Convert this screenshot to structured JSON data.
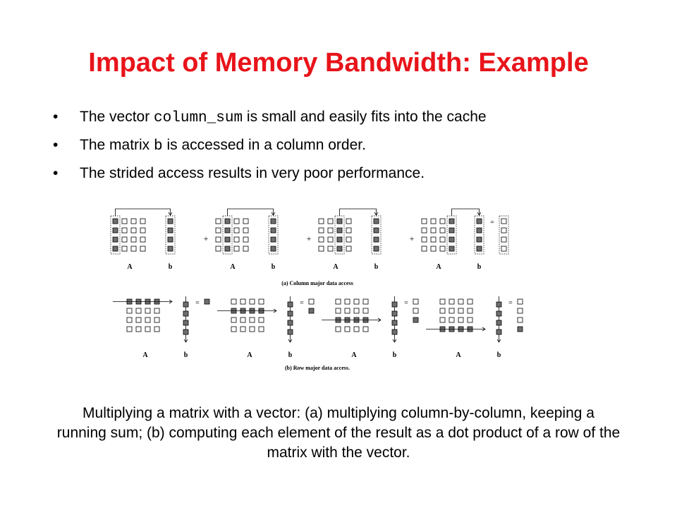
{
  "title": "Impact of Memory Bandwidth: Example",
  "bullets": [
    {
      "pre": "The vector ",
      "code": "column_sum",
      "post": " is small and easily fits into the cache"
    },
    {
      "pre": "The matrix ",
      "code": "b",
      "post": " is accessed in a column order."
    },
    {
      "pre": "The strided access results in very poor performance.",
      "code": "",
      "post": ""
    }
  ],
  "bullet_symbol": "•",
  "figure": {
    "label_matrix": "A",
    "label_vector": "b",
    "plus_sign": "+",
    "equals_sign": "=",
    "caption_a": "(a) Column major data access",
    "caption_b": "(b) Row major data access."
  },
  "caption": "Multiplying a matrix with a vector: (a) multiplying column-by-column, keeping a running sum; (b) computing each element of the result as a dot product of a row of the matrix with the vector."
}
